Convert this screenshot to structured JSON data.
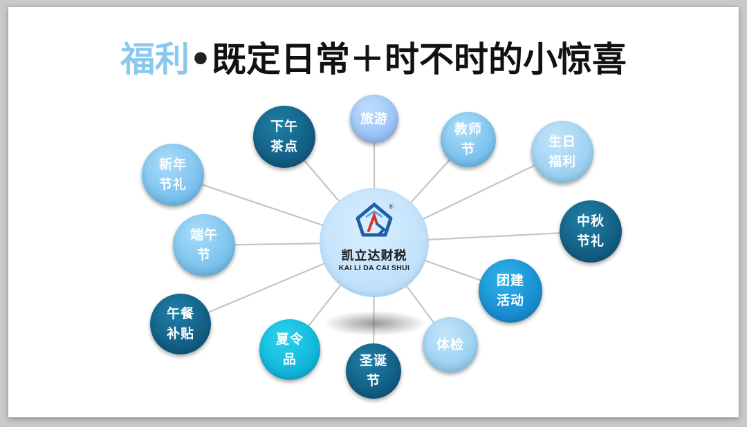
{
  "title": {
    "highlight": "福利",
    "separator": "•",
    "rest": "既定日常＋时不时的小惊喜"
  },
  "hub": {
    "name": "凯立达财税",
    "pinyin": "KAI LI DA CAI SHUI",
    "registered_mark": "®",
    "logo_icon": "kld-logo-icon"
  },
  "nodes": {
    "travel": "旅游",
    "teachers_day": "教师节",
    "birthday": "生日福利",
    "mid_autumn": "中秋节礼",
    "team_building": "团建活动",
    "checkup": "体检",
    "christmas": "圣诞节",
    "summer": "夏令品",
    "lunch": "午餐补贴",
    "dragon_boat": "端午节",
    "new_year": "新年节礼",
    "afternoon_tea": "下午茶点"
  },
  "colors": {
    "title_highlight": "#8cc8ee",
    "hub_fill": "#c4e3fb",
    "dark_blue": "#135f85",
    "mid_blue": "#1a8fd3",
    "light_blue": "#7cc3ee",
    "cyan": "#5dd3f1",
    "teal": "#12b8dc",
    "connector": "#c4c4c4"
  }
}
